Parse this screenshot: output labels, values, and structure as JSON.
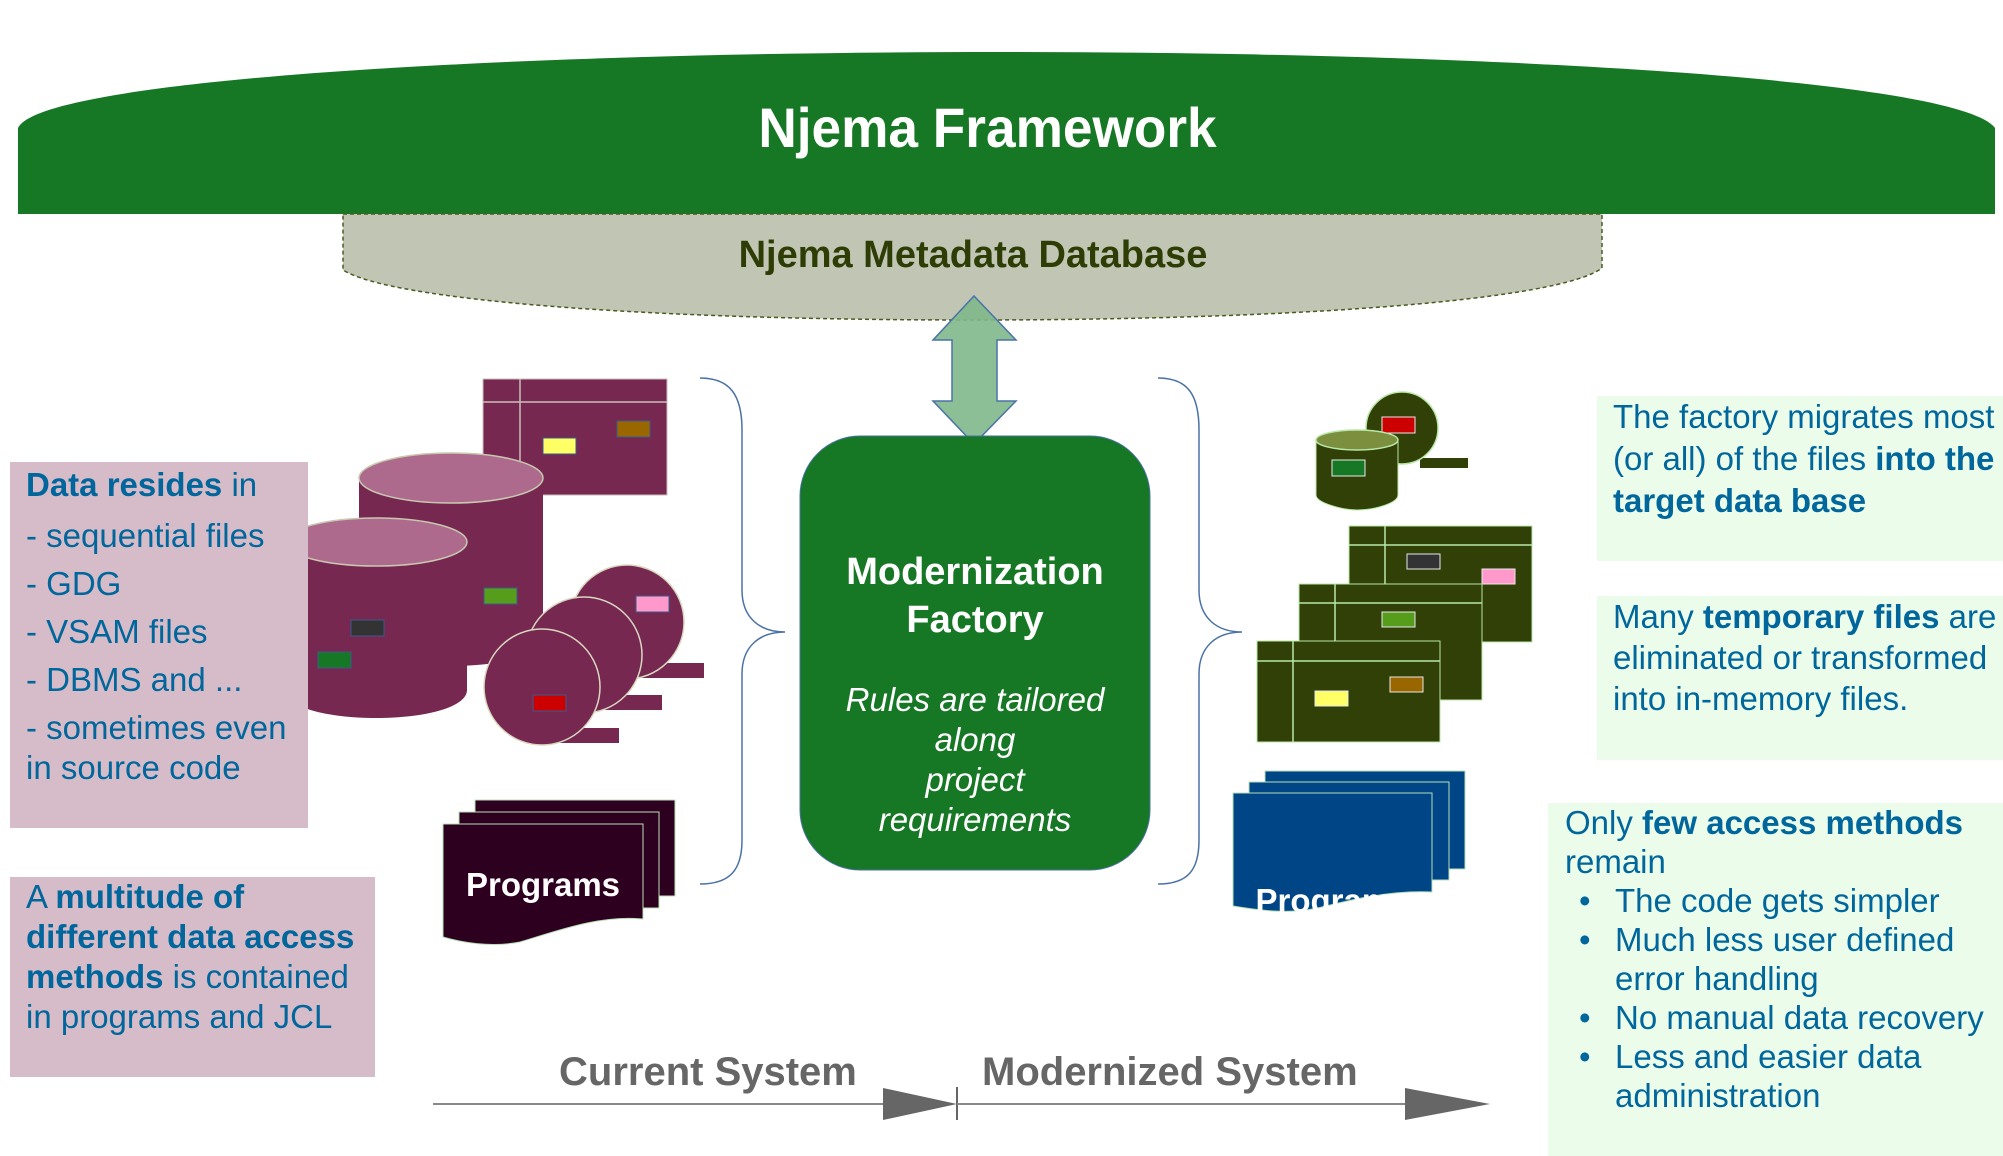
{
  "framework": {
    "title": "Njema Framework"
  },
  "metadata_db": {
    "label": "Njema Metadata Database"
  },
  "factory": {
    "title_line1": "Modernization",
    "title_line2": "Factory",
    "subtitle_lines": [
      "Rules are tailored",
      "along",
      "project",
      "requirements"
    ]
  },
  "left_panel": {
    "data_box": {
      "heading_bold": "Data resides",
      "heading_rest": " in",
      "items": [
        "- sequential files",
        "- GDG",
        "- VSAM files",
        "- DBMS and ...",
        "- sometimes even in source code"
      ]
    },
    "access_box": {
      "prefix": "A ",
      "bold": "multitude of different data access methods",
      "suffix": " is contained in programs and JCL"
    },
    "programs_label": "Programs"
  },
  "right_panel": {
    "migrate_box": {
      "text": "The factory migrates most (or all) of the files ",
      "bold": "into the target data base"
    },
    "temp_box": {
      "prefix": "Many ",
      "bold": "temporary files",
      "suffix": " are eliminated or  transformed into in-memory files."
    },
    "access_box": {
      "prefix": "Only ",
      "bold": "few access methods",
      "suffix": " remain",
      "bullets": [
        "The code gets simpler",
        "Much less user defined error handling",
        "No manual data recovery",
        "Less and easier data administration"
      ]
    },
    "programs_label": "Programs"
  },
  "timeline": {
    "current_label": "Current System",
    "modernized_label": "Modernized System"
  },
  "colors": {
    "framework_green": "#167725",
    "metadata_gray": "#c1c6b4",
    "factory_green": "#167725",
    "legacy_maroon": "#772851",
    "legacy_top": "#ad6a8c",
    "legacy_programs": "#2e0020",
    "modern_olive": "#314006",
    "modern_top": "#7b8f3f",
    "modern_programs": "#004586",
    "text_blue": "#00669c",
    "pink_box": "#d6bcc8",
    "green_box": "#ebfdea",
    "arrow_green": "#8bbf92",
    "timeline_gray": "#666666"
  }
}
